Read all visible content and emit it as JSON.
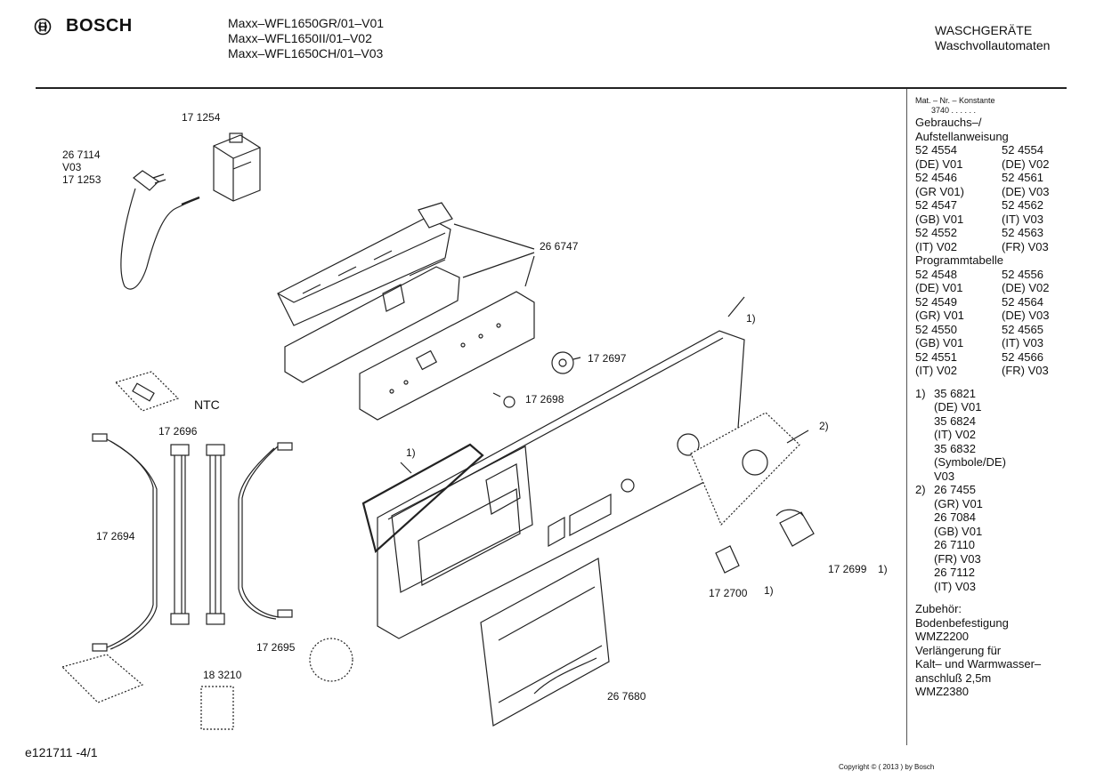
{
  "header": {
    "brand": "BOSCH",
    "models": [
      "Maxx–WFL1650GR/01–V01",
      "Maxx–WFL1650II/01–V02",
      "Maxx–WFL1650CH/01–V03"
    ],
    "category": "WASCHGERÄTE",
    "subcategory": "Waschvollautomaten"
  },
  "sidebar": {
    "mat_label": "Mat. – Nr. – Konstante",
    "mat_value": "3740  .  .     .  .  .  .",
    "manual_title_1": "Gebrauchs–/",
    "manual_title_2": "Aufstellanweisung",
    "manual_rows": [
      [
        "52 4554",
        "52 4554"
      ],
      [
        "(DE) V01",
        "(DE) V02"
      ],
      [
        "52 4546",
        "52 4561"
      ],
      [
        "(GR V01)",
        "(DE) V03"
      ],
      [
        "52 4547",
        "52 4562"
      ],
      [
        "(GB) V01",
        "(IT) V03"
      ],
      [
        "52 4552",
        "52 4563"
      ],
      [
        "(IT) V02",
        "(FR) V03"
      ]
    ],
    "program_title": "Programmtabelle",
    "program_rows": [
      [
        "52 4548",
        "52 4556"
      ],
      [
        "(DE) V01",
        "(DE) V02"
      ],
      [
        "52 4549",
        "52 4564"
      ],
      [
        "(GR) V01",
        "(DE) V03"
      ],
      [
        "52 4550",
        "52 4565"
      ],
      [
        "(GB) V01",
        "(IT) V03"
      ],
      [
        "52 4551",
        "52 4566"
      ],
      [
        "(IT) V02",
        "(FR) V03"
      ]
    ],
    "footnote1_num": "1)",
    "footnote1_lines": [
      "35 6821",
      "(DE) V01",
      "35 6824",
      "(IT) V02",
      "35 6832",
      "(Symbole/DE)",
      "V03"
    ],
    "footnote2_num": "2)",
    "footnote2_lines": [
      "26 7455",
      "(GR) V01",
      "26 7084",
      "(GB) V01",
      "26 7110",
      "(FR) V03",
      "26 7112",
      "(IT) V03"
    ],
    "accessories_lines": [
      "Zubehör:",
      "Bodenbefestigung",
      "WMZ2200",
      "Verlängerung für",
      "Kalt– und Warmwasser–",
      "anschluß 2,5m",
      "WMZ2380"
    ]
  },
  "callouts": {
    "c171254": "17 1254",
    "c267114": "26 7114",
    "cV03": "V03",
    "c171253": "17 1253",
    "c266747": "26 6747",
    "c1a": "1)",
    "c172697": "17 2697",
    "c172698": "17 2698",
    "cNTC": "NTC",
    "c172696": "17 2696",
    "c2": "2)",
    "c1b": "1)",
    "c172694": "17 2694",
    "c172699": "17 2699",
    "c1c": "1)",
    "c172700": "17 2700",
    "c1d": "1)",
    "c172695": "17 2695",
    "c183210": "18 3210",
    "c267680": "26 7680"
  },
  "footer": {
    "code": "e121711 -4/1",
    "copyright": "Copyright © ( 2013 ) by Bosch"
  }
}
